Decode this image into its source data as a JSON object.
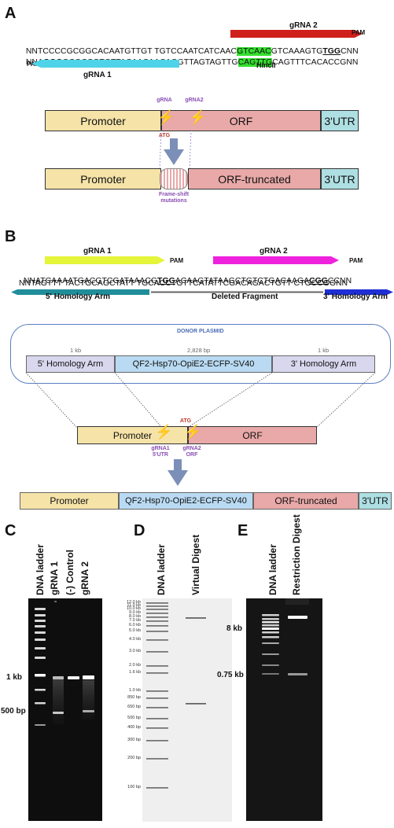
{
  "panels": {
    "a": "A",
    "b": "B",
    "c": "C",
    "d": "D",
    "e": "E"
  },
  "panel_a": {
    "seq_top_parts": [
      "NNTCCCCGCGGCACAATGTTGT TGTCCAATCATCAAC",
      "GTCAAC",
      "GTCAAAGTG",
      "TGG",
      "CNN"
    ],
    "seq_bottom_parts": [
      "NNA",
      "GGG",
      "GCGCCGTGTTACAACAACAGGTTAGTAGTTG",
      "CAGTTG",
      "CAGTTTCACACCGNN"
    ],
    "grna1_label": "gRNA 1",
    "grna2_label": "gRNA 2",
    "pam_top": "PAM",
    "pam_bottom": "PAM",
    "hincii": "HincII",
    "row1": {
      "promoter": "Promoter",
      "orf": "ORF",
      "utr": "3'UTR"
    },
    "row2": {
      "promoter": "Promoter",
      "orf": "ORF-truncated",
      "utr": "3'UTR"
    },
    "cut1": "gRNA",
    "cut2": "gRNA2",
    "atg": "ATG",
    "frameshift": "Frame-shift\nmutations"
  },
  "panel_b": {
    "seq_top_parts": [
      "NNATCAAAATGACGTCGATAAACG",
      "TGG",
      "ACAAGTATAAGCTGTCTGACAAGA",
      "CGG",
      "CCNN"
    ],
    "seq_bottom": "NNTAGTTT TACTGCAGCTATT TGCACCTGTTCATATTCGACAGACTGTT CTGCCGGNN",
    "grna1_label": "gRNA 1",
    "grna2_label": "gRNA 2",
    "pam1": "PAM",
    "pam2": "PAM",
    "arm5": "5' Homology Arm",
    "deleted": "Deleted Fragment",
    "arm3": "3' Homology Arm",
    "donor_title": "DONOR PLASMID",
    "size_left": "1 kb",
    "size_mid": "2,828 bp",
    "size_right": "1 kb",
    "donor": {
      "arm5": "5' Homology Arm",
      "cassette": "QF2-Hsp70-OpiE2-ECFP-SV40",
      "arm3": "3' Homology Arm"
    },
    "gene": {
      "promoter": "Promoter",
      "orf": "ORF"
    },
    "atg": "ATG",
    "cut1": "gRNA1\n5'UTR",
    "cut2": "gRNA2\nORF",
    "result": {
      "promoter": "Promoter",
      "cassette": "QF2-Hsp70-OpiE2-ECFP-SV40",
      "orf": "ORF-truncated",
      "utr": "3'UTR"
    }
  },
  "panel_c": {
    "lanes": [
      "DNA ladder",
      "gRNA 1",
      "(-) Control",
      "gRNA 2"
    ],
    "markers": [
      "1 kb",
      "500 bp"
    ]
  },
  "panel_d": {
    "lanes": [
      "DNA ladder",
      "Virtual Digest"
    ],
    "ladder_labels": [
      "12.0 kb",
      "11.0 kb",
      "10.0 kb",
      "9.0 kb",
      "8.0 kb",
      "7.0 kb",
      "6.0 kb",
      "5.0 kb",
      "4.0 kb",
      "3.0 kb",
      "2.0 kb",
      "1.6 kb",
      "1.0 kb",
      "850 bp",
      "650 bp",
      "500 bp",
      "400 bp",
      "300 bp",
      "200 bp",
      "100 bp"
    ]
  },
  "panel_e": {
    "lanes": [
      "DNA ladder",
      "Restriction Digest"
    ],
    "markers": [
      "8 kb",
      "0.75 kb"
    ]
  },
  "colors": {
    "grna1_a": "#4fd3e8",
    "grna2_a": "#d0201c",
    "hincii": "#35e02f",
    "grna1_b": "#e4f53a",
    "grna2_b": "#ee22dd",
    "arm5_arrow": "#1f8e9a",
    "arm3_arrow": "#1e2fd6",
    "promoter": "#f5e3a8",
    "orf": "#e8a9a8",
    "utr": "#aedfe3",
    "cassette": "#b9daf2",
    "homology": "#d9d7ee"
  }
}
